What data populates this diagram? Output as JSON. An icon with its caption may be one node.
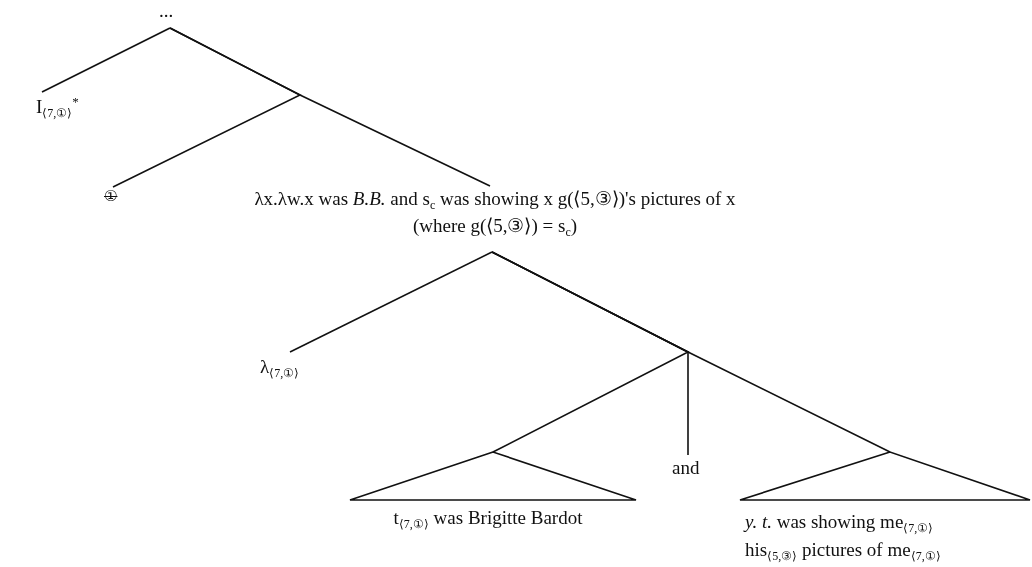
{
  "diagram": {
    "nodes": [
      {
        "text": [
          "..."
        ]
      },
      {
        "text": [
          "I$_{⟨7,①⟩}$$^{*}$"
        ]
      },
      {
        "text": [
          "①"
        ]
      },
      {
        "text": [
          "λx.λw.x was *B.B.* and s$_{c}$ was showing x g(⟨5,③⟩)'s pictures of x",
          "(where g(⟨5,③⟩) = s$_{c}$)"
        ]
      },
      {
        "text": [
          "λ$_{⟨7,①⟩}$"
        ]
      },
      {
        "text": [],
        "shape": "triangle",
        "beside": [
          "t$_{⟨7,①⟩}$ was Brigitte Bardot"
        ]
      },
      {
        "text": [
          "and"
        ]
      },
      {
        "text": [],
        "shape": "triangle",
        "beside": [
          "*y. t.* was showing me$_{⟨7,①⟩}$ his$_{⟨5,③⟩}$ pictures of me$_{⟨7,①⟩}$"
        ]
      }
    ],
    "edges": [
      {
        "from": 0,
        "to": 1,
        "arrow": "none"
      },
      {
        "from": 0,
        "to": 2,
        "arrow": "none"
      },
      {
        "from": 0,
        "to": 3,
        "arrow": "none"
      },
      {
        "from": 3,
        "to": 4,
        "arrow": "none"
      },
      {
        "from": 3,
        "to": 5,
        "arrow": "none"
      },
      {
        "from": 3,
        "to": 6,
        "arrow": "none"
      },
      {
        "from": 3,
        "to": 7,
        "arrow": "none"
      }
    ]
  }
}
